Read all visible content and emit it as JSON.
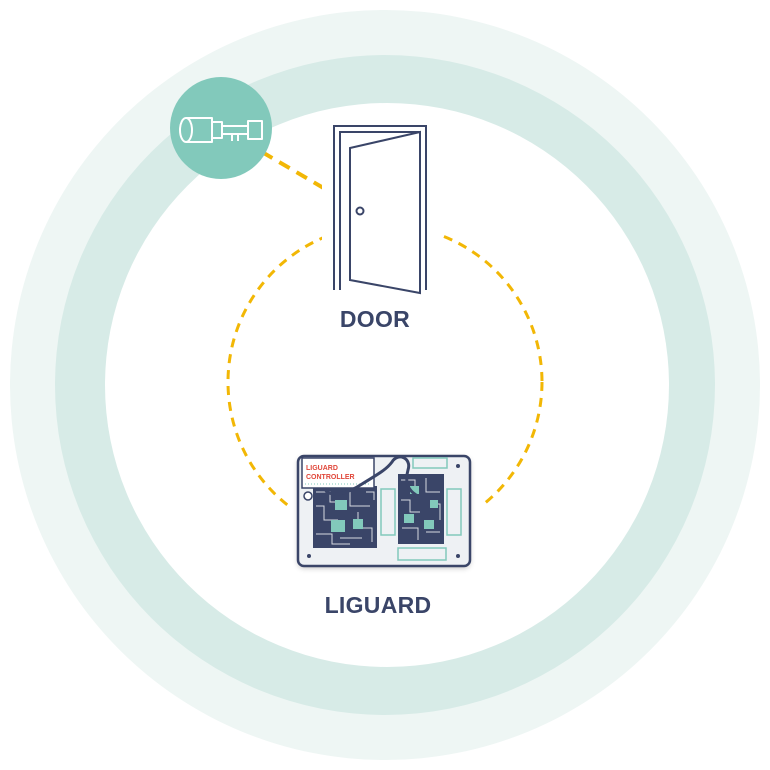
{
  "labels": {
    "door": "DOOR",
    "liguard": "LIGUARD",
    "controller_line1": "LIGUARD",
    "controller_line2": "CONTROLLER"
  },
  "icons": {
    "lock": "cylinder-lock-icon",
    "door": "door-icon",
    "controller": "circuit-board-icon"
  },
  "colors": {
    "outer_halo": "#eef6f4",
    "ring": "#d7ebe7",
    "inner": "#ffffff",
    "accent_teal": "#82c9bb",
    "dash_yellow": "#f2b705",
    "navy": "#3a4568",
    "controller_red": "#e0473a"
  }
}
